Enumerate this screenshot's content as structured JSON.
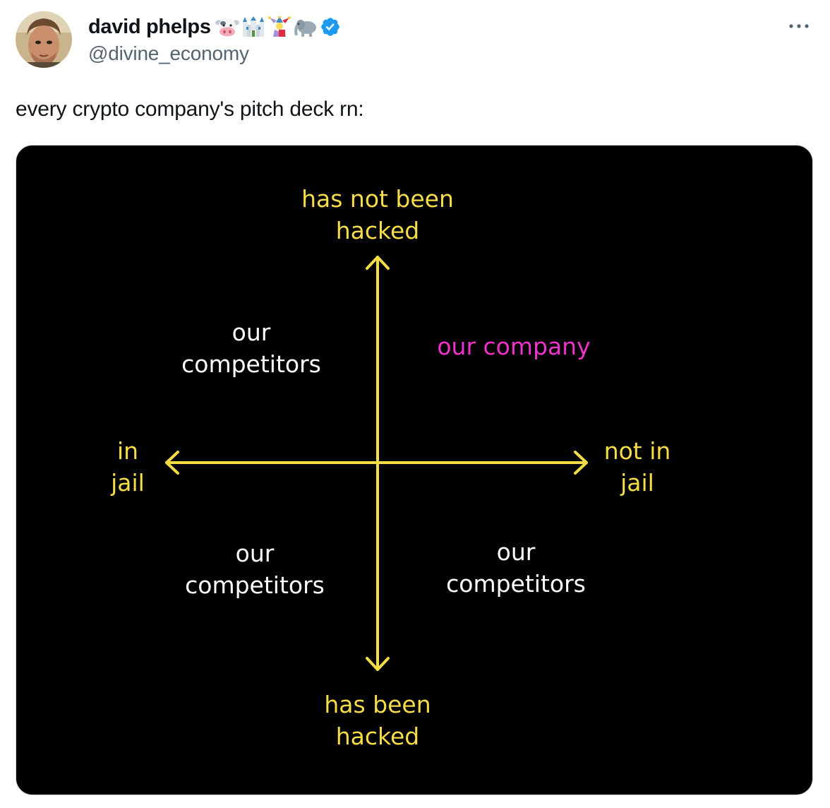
{
  "author": {
    "display_name": "david phelps",
    "handle": "@divine_economy",
    "name_emojis": [
      "cow-face-icon",
      "castle-icon",
      "jester-icon",
      "elephant-icon"
    ],
    "verified": true,
    "verified_color": "#1d9bf0"
  },
  "tweet": {
    "text": "every crypto company's pitch deck rn:"
  },
  "more_menu_icon": "ellipsis-icon",
  "image": {
    "background_color": "#000000",
    "axis_color": "#f6dd48",
    "highlight_color": "#ed33c9",
    "axes": {
      "top": "has not been\nhacked",
      "bottom": "has been\nhacked",
      "left": "in\njail",
      "right": "not in\njail"
    },
    "quadrants": {
      "top_left": "our\ncompetitors",
      "top_right": "our company",
      "bottom_left": "our\ncompetitors",
      "bottom_right": "our\ncompetitors"
    }
  }
}
